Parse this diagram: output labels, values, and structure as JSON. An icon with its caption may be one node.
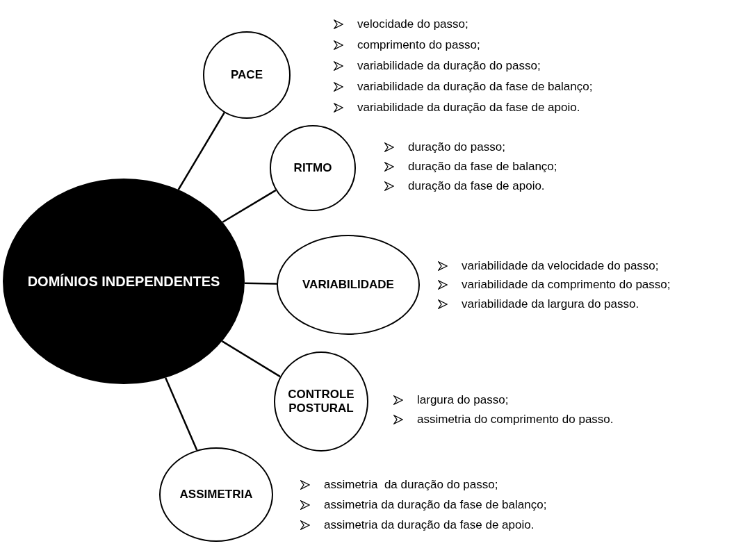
{
  "diagram": {
    "nodes": [
      {
        "text": [
          "DOMÍNIOS INDEPENDENTES"
        ]
      },
      {
        "text": [
          "PACE"
        ],
        "beside": [
          "velocidade do passo;",
          "comprimento do passo;",
          "variabilidade da duração do passo;",
          "variabilidade da duração da fase de balanço;",
          "variabilidade da duração da fase de apoio."
        ]
      },
      {
        "text": [
          "RITMO"
        ],
        "beside": [
          "duração do passo;",
          "duração da fase de balanço;",
          "duração da fase de apoio."
        ]
      },
      {
        "text": [
          "VARIABILIDADE"
        ],
        "beside": [
          "variabilidade da velocidade do passo;",
          "variabilidade da comprimento do passo;",
          "variabilidade da largura do passo."
        ]
      },
      {
        "text": [
          "CONTROLE POSTURAL"
        ],
        "beside": [
          "largura do passo;",
          "assimetria do comprimento do passo."
        ]
      },
      {
        "text": [
          "ASSIMETRIA"
        ],
        "beside": [
          "assimetria  da duração do passo;",
          "assimetria da duração da fase de balanço;",
          "assimetria da duração da fase de apoio."
        ]
      }
    ],
    "edges": [
      {
        "from": 0,
        "to": 1,
        "arrow": "none"
      },
      {
        "from": 0,
        "to": 2,
        "arrow": "none"
      },
      {
        "from": 0,
        "to": 3,
        "arrow": "none"
      },
      {
        "from": 0,
        "to": 4,
        "arrow": "none"
      },
      {
        "from": 0,
        "to": 5,
        "arrow": "none"
      }
    ]
  }
}
